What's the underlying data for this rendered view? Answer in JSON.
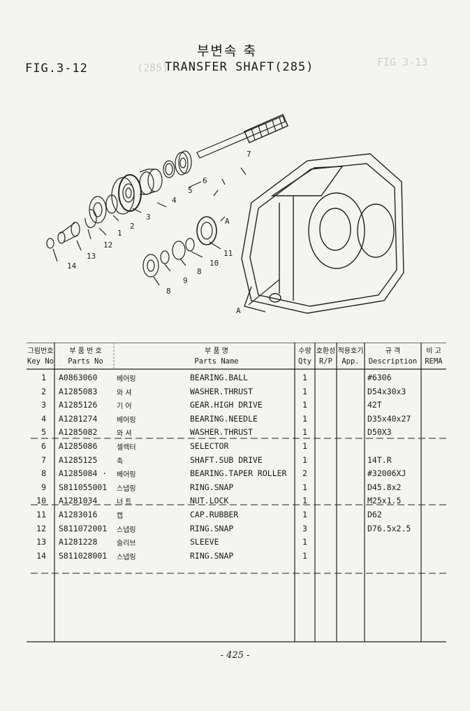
{
  "figure_label": "FIG.3-12",
  "title_ko": "부변속 축",
  "title_en": "TRANSFER SHAFT(285)",
  "diagram": {
    "callouts": [
      "1",
      "2",
      "3",
      "4",
      "5",
      "6",
      "7",
      "8",
      "9",
      "10",
      "11",
      "12",
      "13",
      "14",
      "A",
      "A",
      "8"
    ]
  },
  "table": {
    "headers": {
      "key_ko": "그림번호",
      "key_en": "Key No",
      "parts_ko": "부 품 번 호",
      "parts_en": "Parts No",
      "name_ko": "부 품 명",
      "name_en": "Parts Name",
      "qty_ko": "수량",
      "qty_en": "Qty",
      "rp_ko": "호환성",
      "rp_en": "R/P",
      "app_ko": "적용호기",
      "app_en": "App.",
      "desc_ko": "규 격",
      "desc_en": "Description",
      "rema_ko": "비 고",
      "rema_en": "REMA"
    },
    "rows": [
      {
        "key": "1",
        "part": "A0863060",
        "ko": "베어링",
        "name": "BEARING.BALL",
        "qty": "1",
        "desc": "#6306"
      },
      {
        "key": "2",
        "part": "A1285083",
        "ko": "와 셔",
        "name": "WASHER.THRUST",
        "qty": "1",
        "desc": "D54x30x3"
      },
      {
        "key": "3",
        "part": "A1285126",
        "ko": "기 어",
        "name": "GEAR.HIGH DRIVE",
        "qty": "1",
        "desc": "42T"
      },
      {
        "key": "4",
        "part": "A1281274",
        "ko": "베어링",
        "name": "BEARING.NEEDLE",
        "qty": "1",
        "desc": "D35x40x27"
      },
      {
        "key": "5",
        "part": "A1285082",
        "ko": "와 셔",
        "name": "WASHER.THRUST",
        "qty": "1",
        "desc": "D50X3"
      },
      {
        "key": "6",
        "part": "A1285086",
        "ko": "셀렉터",
        "name": "SELECTOR",
        "qty": "1",
        "desc": ""
      },
      {
        "key": "7",
        "part": "A1285125",
        "ko": "축",
        "name": "SHAFT.SUB DRIVE",
        "qty": "1",
        "desc": "14T.R"
      },
      {
        "key": "8",
        "part": "A1285084 ·",
        "ko": "베어링",
        "name": "BEARING.TAPER ROLLER",
        "qty": "2",
        "desc": "#32006XJ"
      },
      {
        "key": "9",
        "part": "S811055001",
        "ko": "스냅링",
        "name": "RING.SNAP",
        "qty": "1",
        "desc": "D45.8x2"
      },
      {
        "key": "10",
        "part": "A1281034",
        "ko": "너 트",
        "name": "NUT.LOCK",
        "qty": "1",
        "desc": "M25x1.5"
      },
      {
        "key": "11",
        "part": "A1283016",
        "ko": "캡",
        "name": "CAP.RUBBER",
        "qty": "1",
        "desc": "D62"
      },
      {
        "key": "12",
        "part": "S811072001",
        "ko": "스냅링",
        "name": "RING.SNAP",
        "qty": "3",
        "desc": "D76.5x2.5"
      },
      {
        "key": "13",
        "part": "A1281228",
        "ko": "슬리브",
        "name": "SLEEVE",
        "qty": "1",
        "desc": ""
      },
      {
        "key": "14",
        "part": "S811028001",
        "ko": "스냅링",
        "name": "RING.SNAP",
        "qty": "1",
        "desc": ""
      }
    ]
  },
  "page_number": "- 425 -"
}
